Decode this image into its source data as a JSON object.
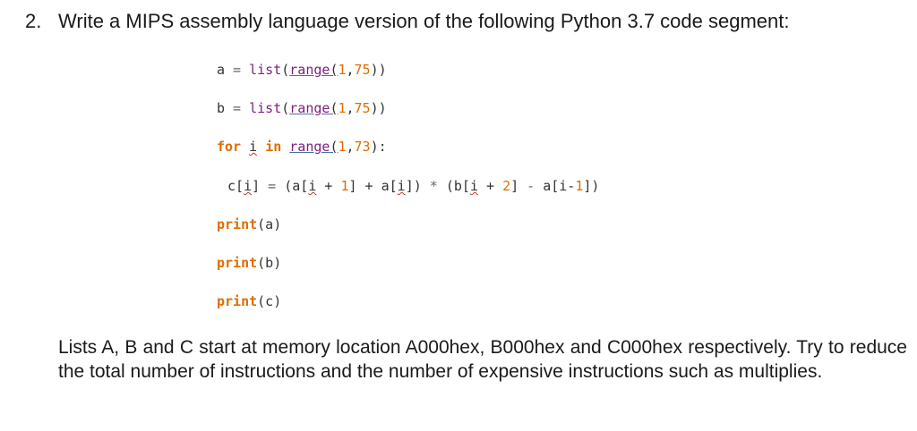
{
  "question": {
    "number": "2.",
    "text": "Write a MIPS assembly language version of the following Python 3.7 code segment:"
  },
  "code": {
    "line1": {
      "var": "a",
      "op": " = ",
      "call1": "list",
      "paren1": "(",
      "call2": "range",
      "paren2": "(",
      "n1": "1",
      "comma": ",",
      "n2": "75",
      "close": "))"
    },
    "line2": {
      "var": "b",
      "op": " = ",
      "call1": "list",
      "paren1": "(",
      "call2": "range",
      "paren2": "(",
      "n1": "1",
      "comma": ",",
      "n2": "75",
      "close": "))"
    },
    "line3": {
      "kw_for": "for",
      "var": "i",
      "kw_in": "in",
      "call": "range",
      "paren": "(",
      "n1": "1",
      "comma": ",",
      "n2": "73",
      "close": "):"
    },
    "line4": {
      "text_c": "c[",
      "i1": "i",
      "t1": "]",
      "eq": " = ",
      "t2": "(a[",
      "i2": "i",
      "t3": " + ",
      "n1": "1",
      "t4": "] + a[",
      "i3": "i",
      "t5": "]) ",
      "mul": "*",
      "t6": " (b[",
      "i4": "i",
      "t7": " + ",
      "n2": "2",
      "t8": "] ",
      "minus": "-",
      "t9": " a[i-",
      "n3": "1",
      "t10": "])"
    },
    "line5": {
      "fn": "print",
      "args": "(a)"
    },
    "line6": {
      "fn": "print",
      "args": "(b)"
    },
    "line7": {
      "fn": "print",
      "args": "(c)"
    }
  },
  "footer": {
    "text": "Lists A, B and C start at memory location A000hex, B000hex and C000hex respectively. Try to reduce the total number of instructions and the number of expensive instructions such as multiplies."
  }
}
